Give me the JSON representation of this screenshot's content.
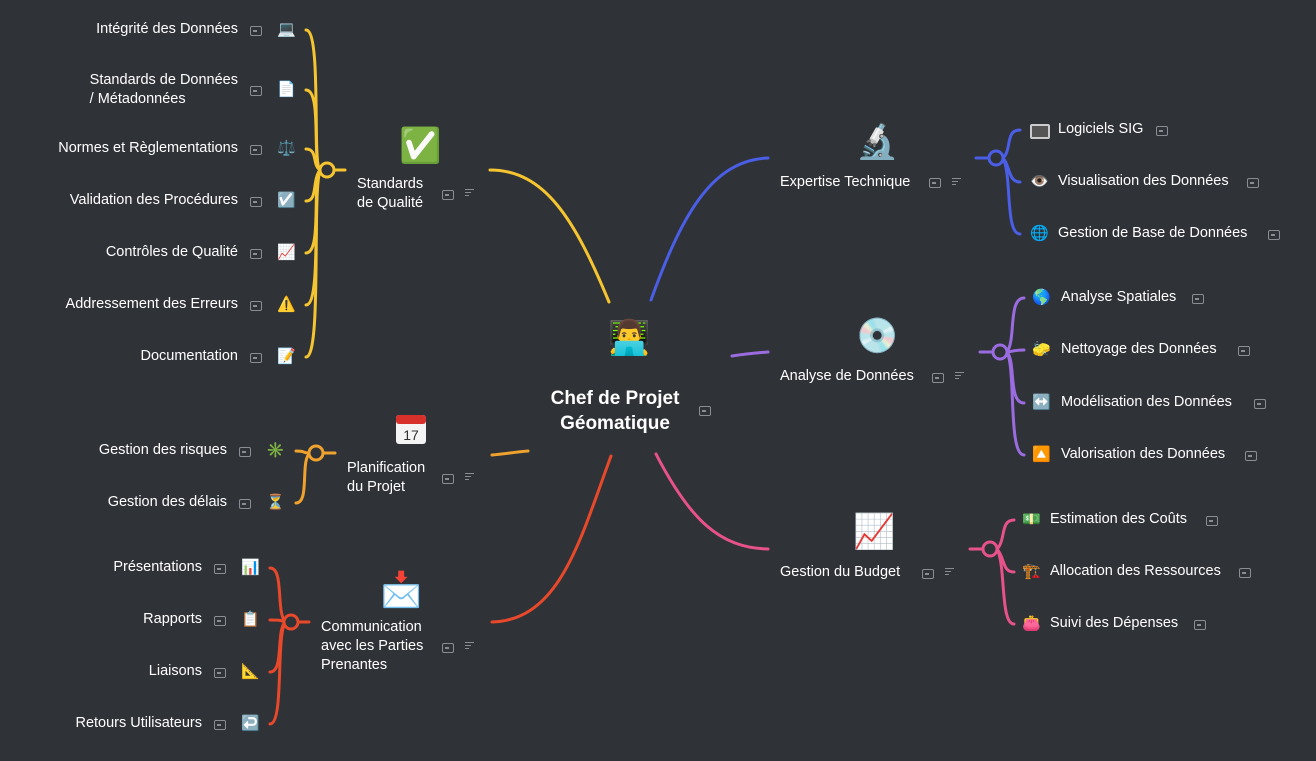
{
  "center": {
    "label_line1": "Chef de Projet",
    "label_line2": "Géomatique",
    "icon": "man-technologist-emoji"
  },
  "branches": {
    "standards": {
      "label_line1": "Standards",
      "label_line2": "de Qualité",
      "icon": "check-mark-emoji",
      "color": "#f5c531",
      "children": [
        {
          "label": "Intégrité des Données",
          "icon": "computer-emoji"
        },
        {
          "label_line1": "Standards de Données",
          "label_line2": "/ Métadonnées",
          "icon": "document-emoji"
        },
        {
          "label": "Normes et Règlementations",
          "icon": "scales-emoji"
        },
        {
          "label": "Validation des Procédures",
          "icon": "checkbox-emoji"
        },
        {
          "label": "Contrôles de Qualité",
          "icon": "chart-emoji"
        },
        {
          "label": "Addressement des Erreurs",
          "icon": "warning-emoji"
        },
        {
          "label": "Documentation",
          "icon": "memo-emoji"
        }
      ]
    },
    "planification": {
      "label_line1": "Planification",
      "label_line2": "du Projet",
      "icon": "calendar-emoji",
      "calendar_day": "17",
      "color": "#f0a22e",
      "children": [
        {
          "label": "Gestion des risques",
          "icon": "asterisk-emoji"
        },
        {
          "label": "Gestion des délais",
          "icon": "hourglass-emoji"
        }
      ]
    },
    "communication": {
      "label_line1": "Communication",
      "label_line2": "avec les Parties",
      "label_line3": "Prenantes",
      "icon": "envelope-emoji",
      "color": "#e8492a",
      "children": [
        {
          "label": "Présentations",
          "icon": "bar-chart-emoji"
        },
        {
          "label": "Rapports",
          "icon": "clipboard-emoji"
        },
        {
          "label": "Liaisons",
          "icon": "compass-emoji"
        },
        {
          "label": "Retours Utilisateurs",
          "icon": "return-arrow-emoji"
        }
      ]
    },
    "expertise": {
      "label": "Expertise Technique",
      "icon": "microscope-emoji",
      "color": "#4a5ee6",
      "children": [
        {
          "label": "Logiciels SIG",
          "icon": "desktop-emoji"
        },
        {
          "label": "Visualisation des Données",
          "icon": "eye-emoji"
        },
        {
          "label": "Gestion de Base de Données",
          "icon": "globe-meridians-emoji"
        }
      ]
    },
    "analyse": {
      "label": "Analyse de Données",
      "icon": "disc-emoji",
      "color": "#9b6ce0",
      "children": [
        {
          "label": "Analyse Spatiales",
          "icon": "earth-emoji"
        },
        {
          "label": "Nettoyage des Données",
          "icon": "soap-emoji"
        },
        {
          "label": "Modélisation des Données",
          "icon": "left-right-arrow-emoji"
        },
        {
          "label": "Valorisation des Données",
          "icon": "up-arrow-emoji"
        }
      ]
    },
    "budget": {
      "label": "Gestion du Budget",
      "icon": "chart-increasing-emoji",
      "color": "#e8528a",
      "children": [
        {
          "label": "Estimation des Coûts",
          "icon": "dollar-emoji"
        },
        {
          "label": "Allocation des Ressources",
          "icon": "crane-emoji"
        },
        {
          "label": "Suivi des Dépenses",
          "icon": "purse-emoji"
        }
      ]
    }
  }
}
